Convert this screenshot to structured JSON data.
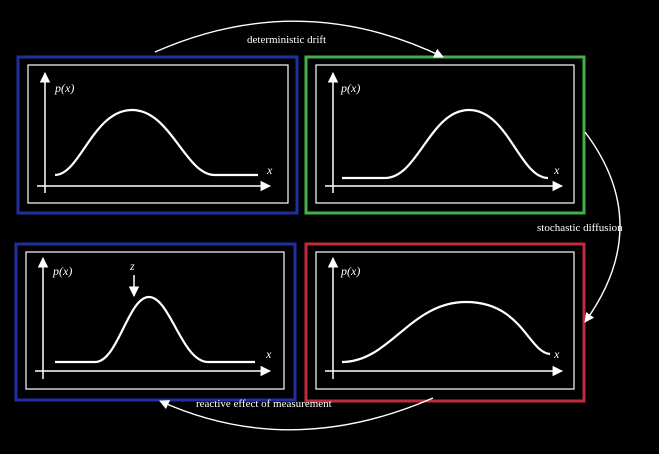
{
  "colors": {
    "background": "#000000",
    "foreground": "#ffffff",
    "panel_1_border": "#1f2fa0",
    "panel_2_border": "#45b04a",
    "panel_3_border": "#1f2fa0",
    "panel_4_border": "#c02a3c"
  },
  "panels": [
    {
      "y_label": "p(x)",
      "x_label": "x",
      "curve": "narrow-peak-left"
    },
    {
      "y_label": "p(x)",
      "x_label": "x",
      "curve": "narrow-peak-right"
    },
    {
      "y_label": "p(x)",
      "x_label": "x",
      "curve": "narrow-peak-measured",
      "marker_label": "z"
    },
    {
      "y_label": "p(x)",
      "x_label": "x",
      "curve": "broad-peak"
    }
  ],
  "transitions": {
    "deterministic": "deterministic drift",
    "stochastic": "stochastic diffusion",
    "reactive": "reactive effect of measurement"
  }
}
